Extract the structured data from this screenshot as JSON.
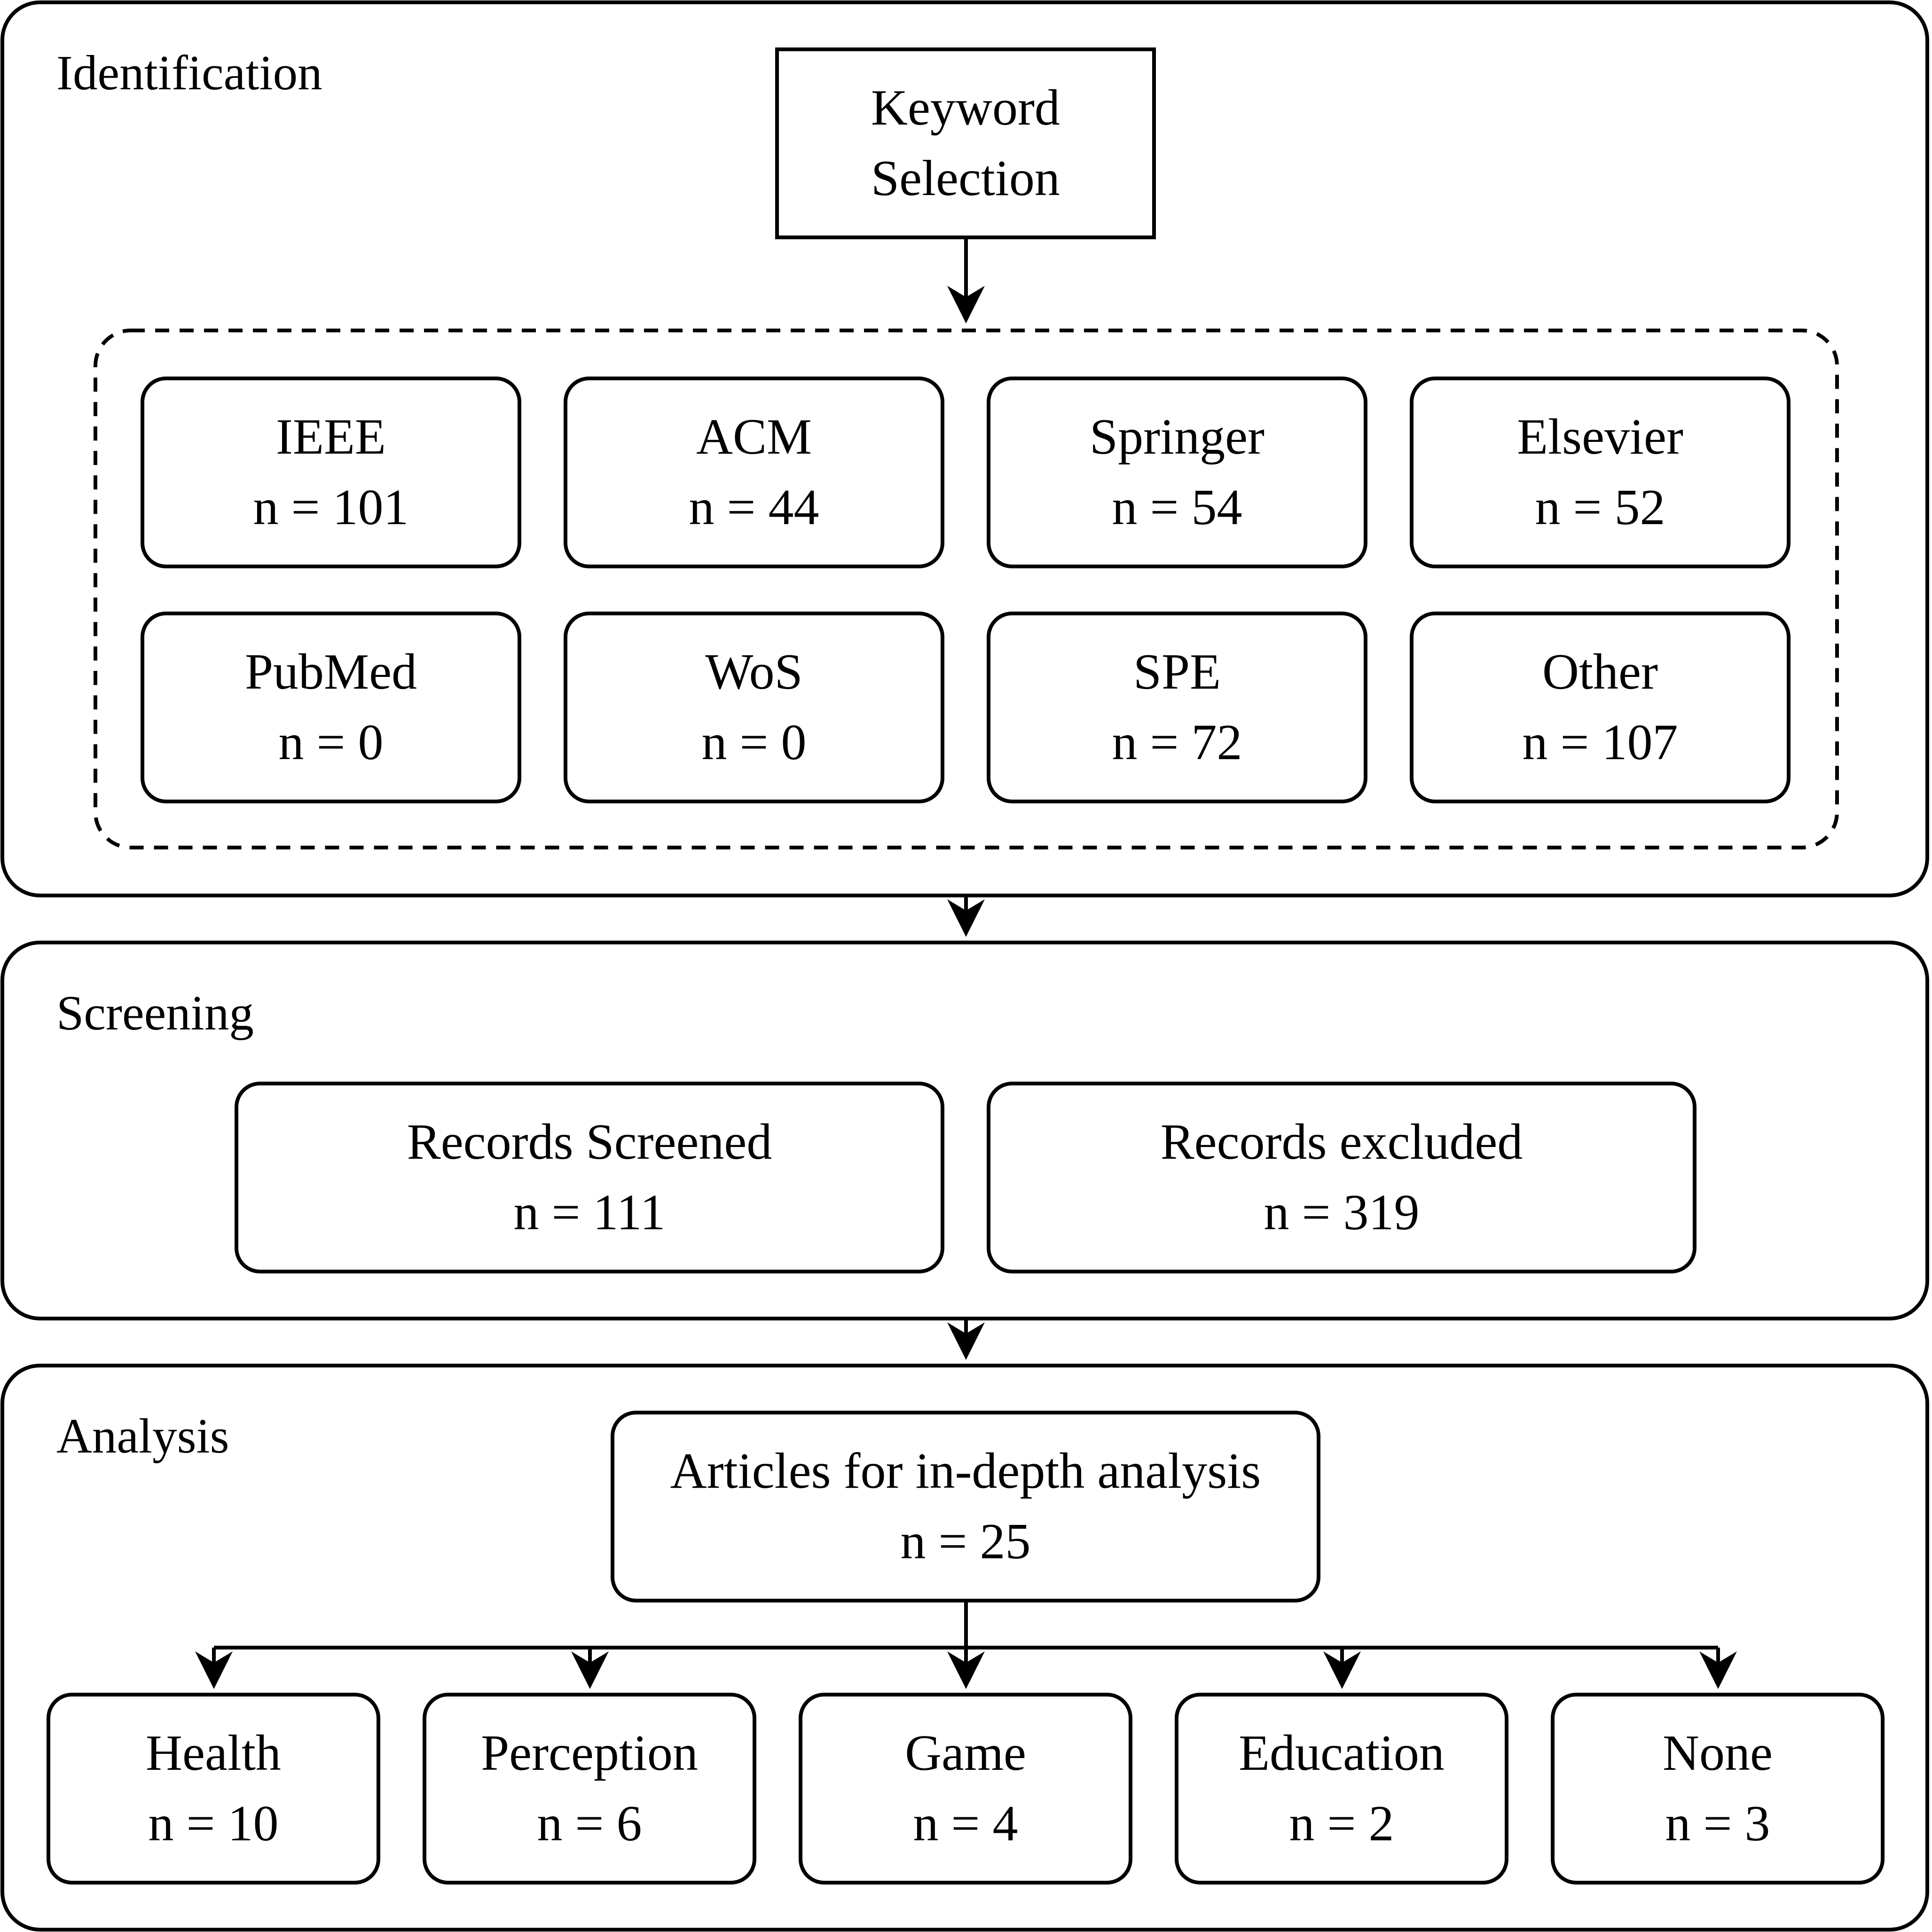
{
  "sections": {
    "identification": {
      "label": "Identification",
      "keyword": {
        "line1": "Keyword",
        "line2": "Selection"
      },
      "sources": [
        {
          "name": "IEEE",
          "count": "n = 101"
        },
        {
          "name": "ACM",
          "count": "n = 44"
        },
        {
          "name": "Springer",
          "count": "n = 54"
        },
        {
          "name": "Elsevier",
          "count": "n = 52"
        },
        {
          "name": "PubMed",
          "count": "n = 0"
        },
        {
          "name": "WoS",
          "count": "n = 0"
        },
        {
          "name": "SPE",
          "count": "n = 72"
        },
        {
          "name": "Other",
          "count": "n = 107"
        }
      ]
    },
    "screening": {
      "label": "Screening",
      "screened": {
        "name": "Records Screened",
        "count": "n = 111"
      },
      "excluded": {
        "name": "Records excluded",
        "count": "n = 319"
      }
    },
    "analysis": {
      "label": "Analysis",
      "articles": {
        "name": "Articles for in-depth analysis",
        "count": "n = 25"
      },
      "categories": [
        {
          "name": "Health",
          "count": "n = 10"
        },
        {
          "name": "Perception",
          "count": "n = 6"
        },
        {
          "name": "Game",
          "count": "n = 4"
        },
        {
          "name": "Education",
          "count": "n = 2"
        },
        {
          "name": "None",
          "count": "n = 3"
        }
      ]
    }
  }
}
